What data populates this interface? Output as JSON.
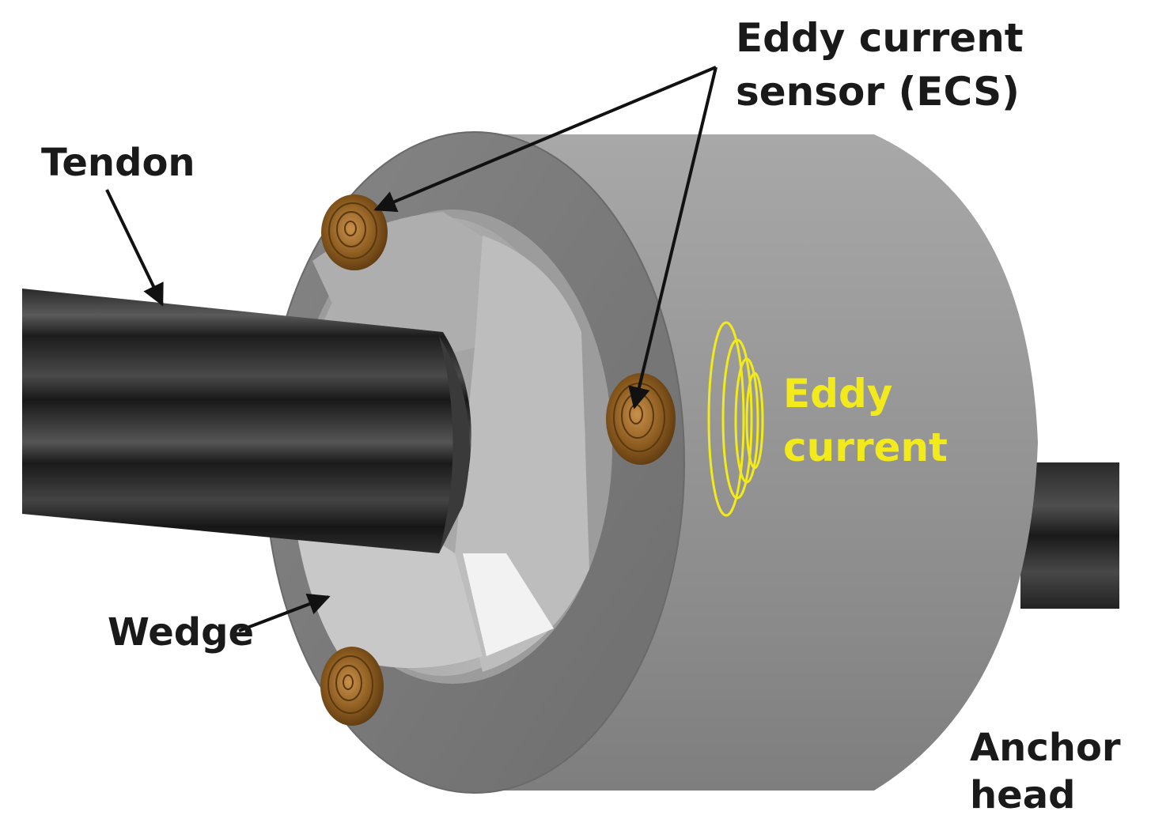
{
  "labels": {
    "ecs": {
      "line1": "Eddy current",
      "line2": "sensor (ECS)"
    },
    "tendon": "Tendon",
    "wedge": "Wedge",
    "anchor": {
      "line1": "Anchor",
      "line2": "head"
    },
    "eddy": {
      "line1": "Eddy",
      "line2": "current"
    }
  },
  "colors": {
    "label_text": "#1a1a1a",
    "eddy_current": "#f2ea1a",
    "anchor_body": "#8e8e8e",
    "tendon": "#1f1f1f",
    "sensor_coil": "#8a5a1e"
  }
}
